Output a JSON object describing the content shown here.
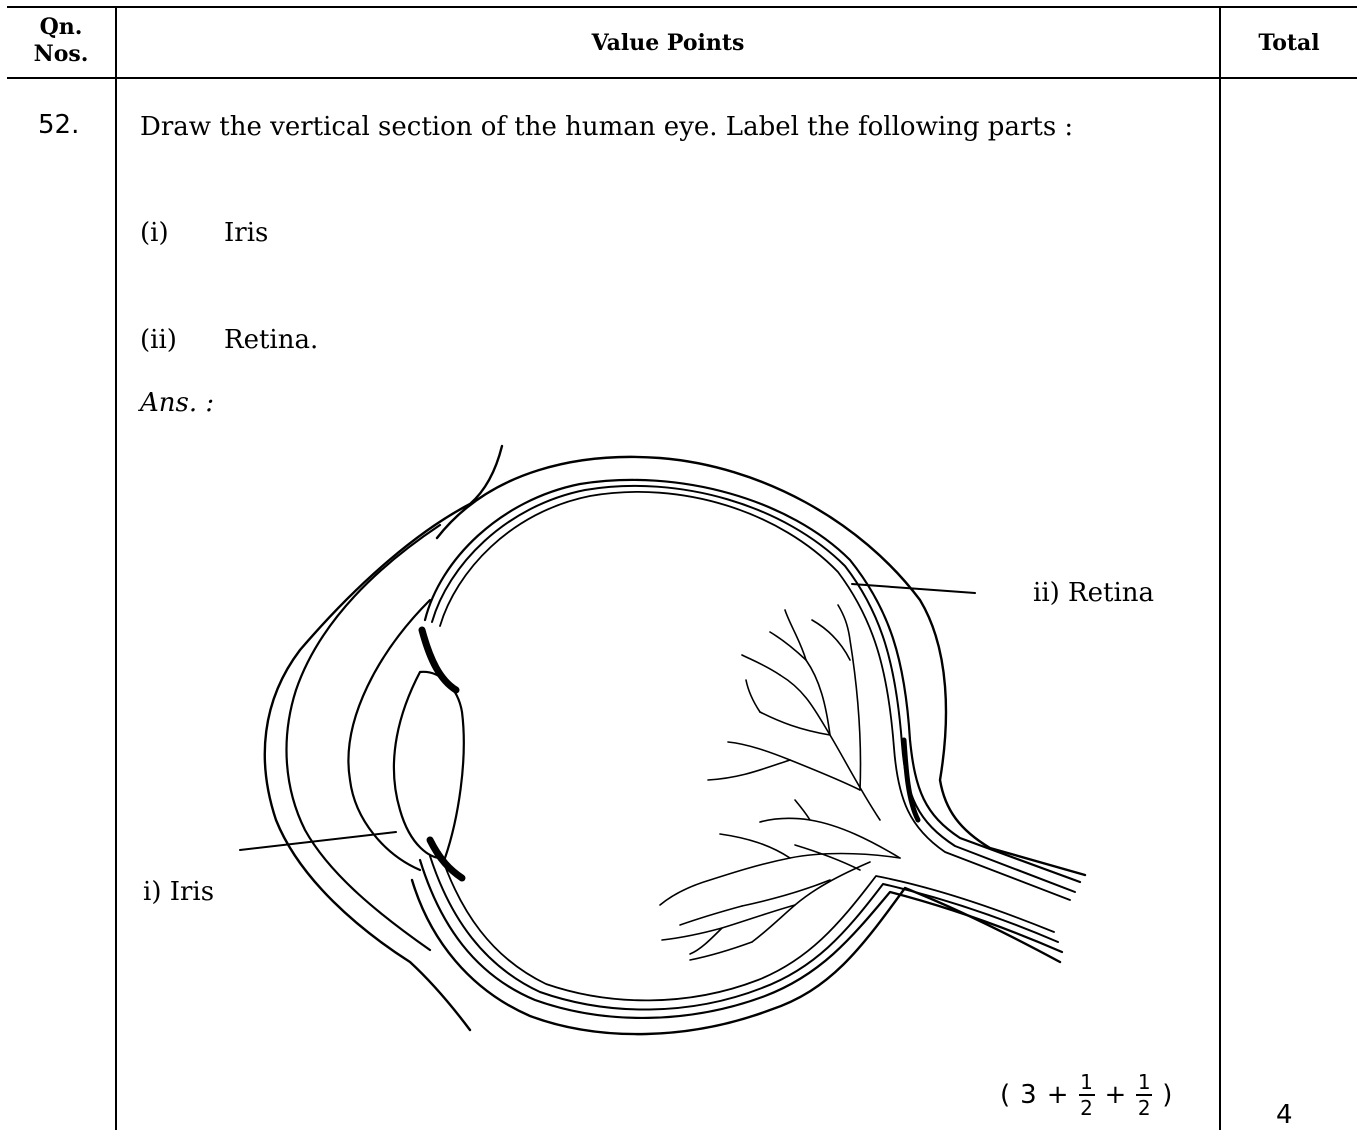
{
  "table": {
    "header": {
      "qn_line1": "Qn.",
      "qn_line2": "Nos.",
      "value_points": "Value Points",
      "total": "Total"
    }
  },
  "question": {
    "number": "52.",
    "text": "Draw the vertical section of the human eye. Label the following parts :",
    "parts": [
      {
        "num": "(i)",
        "text": "Iris"
      },
      {
        "num": "(ii)",
        "text": "Retina."
      }
    ],
    "answer_label": "Ans. :"
  },
  "figure": {
    "labels": {
      "retina": "ii)  Retina",
      "iris": "i)  Iris"
    }
  },
  "marks": {
    "open": "(",
    "whole": "3",
    "plus1": "+",
    "frac1_num": "1",
    "frac1_den": "2",
    "plus2": "+",
    "frac2_num": "1",
    "frac2_den": "2",
    "close": ")",
    "total": "4"
  }
}
